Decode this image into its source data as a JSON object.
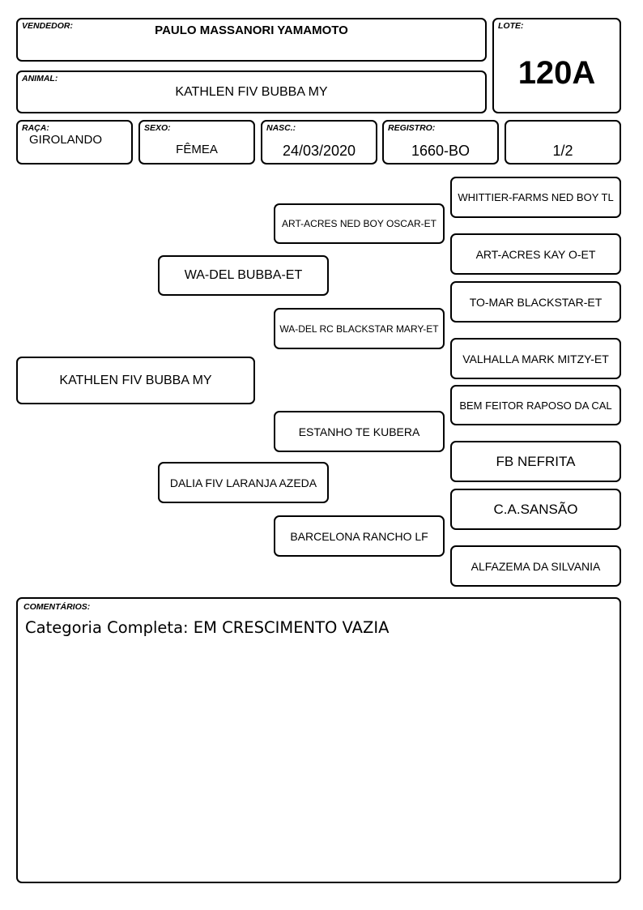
{
  "header": {
    "vendedor_label": "VENDEDOR:",
    "vendedor": "PAULO MASSANORI YAMAMOTO",
    "lote_label": "LOTE:",
    "lote": "120A",
    "animal_label": "ANIMAL:",
    "animal": "KATHLEN FIV BUBBA MY"
  },
  "info": {
    "raca_label": "RAÇA:",
    "raca": "GIROLANDO",
    "sexo_label": "SEXO:",
    "sexo": "FÊMEA",
    "nasc_label": "NASC.:",
    "nasc": "24/03/2020",
    "registro_label": "REGISTRO:",
    "registro": "1660-BO",
    "grau": "1/2"
  },
  "pedigree": {
    "animal": "KATHLEN FIV BUBBA MY",
    "sire": "WA-DEL BUBBA-ET",
    "dam": "DALIA FIV LARANJA AZEDA",
    "sire_sire": "ART-ACRES NED BOY OSCAR-ET",
    "sire_dam": "WA-DEL RC BLACKSTAR MARY-ET",
    "dam_sire": "ESTANHO TE KUBERA",
    "dam_dam": "BARCELONA RANCHO LF",
    "ggp": [
      "WHITTIER-FARMS NED BOY TL",
      "ART-ACRES KAY O-ET",
      "TO-MAR BLACKSTAR-ET",
      "VALHALLA MARK MITZY-ET",
      "BEM FEITOR RAPOSO DA CAL",
      "FB NEFRITA",
      "C.A.SANSÃO",
      "ALFAZEMA DA SILVANIA"
    ]
  },
  "comments": {
    "label": "COMENTÁRIOS:",
    "text": "Categoria Completa: EM CRESCIMENTO VAZIA"
  }
}
